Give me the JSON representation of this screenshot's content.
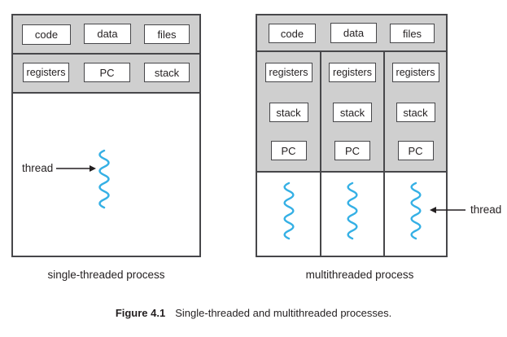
{
  "colors": {
    "panel_gray": "#cfcfcf",
    "line": "#47474a",
    "thread_blue": "#35b0e5",
    "text": "#231f20"
  },
  "left_process": {
    "caption": "single-threaded process",
    "shared_cells": [
      "code",
      "data",
      "files"
    ],
    "register_cells": [
      "registers",
      "PC",
      "stack"
    ],
    "thread_label": "thread"
  },
  "right_process": {
    "caption": "multithreaded process",
    "shared_cells": [
      "code",
      "data",
      "files"
    ],
    "per_thread_cells": [
      "registers",
      "stack",
      "PC"
    ],
    "thread_count": 3,
    "thread_label": "thread"
  },
  "figure_caption": {
    "number": "Figure 4.1",
    "title": "Single-threaded and multithreaded processes."
  }
}
